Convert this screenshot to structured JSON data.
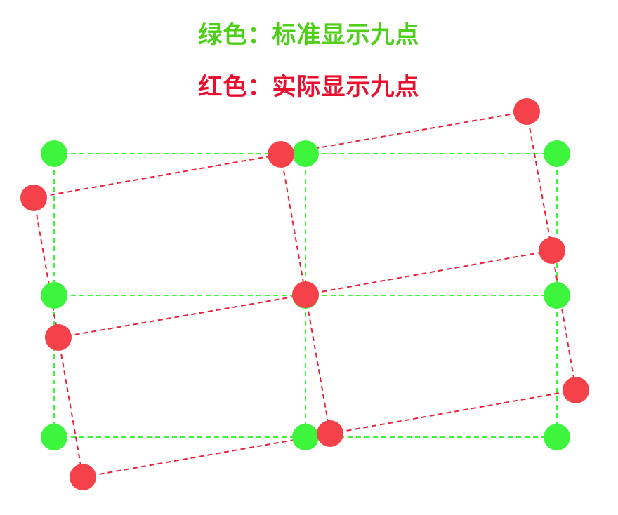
{
  "legend": {
    "standard": "绿色：标准显示九点",
    "actual": "红色：实际显示九点"
  },
  "colors": {
    "standard": "#3ef53e",
    "standard_text": "#4fcf1a",
    "actual": "#f5414a",
    "actual_line": "#e8203a",
    "actual_text": "#e8102e"
  },
  "points": {
    "standard": [
      {
        "row": 0,
        "col": 0
      },
      {
        "row": 0,
        "col": 1
      },
      {
        "row": 0,
        "col": 2
      },
      {
        "row": 1,
        "col": 0
      },
      {
        "row": 1,
        "col": 1
      },
      {
        "row": 1,
        "col": 2
      },
      {
        "row": 2,
        "col": 0
      },
      {
        "row": 2,
        "col": 1
      },
      {
        "row": 2,
        "col": 2
      }
    ],
    "actual": [
      {
        "row": 0,
        "col": 0
      },
      {
        "row": 0,
        "col": 1
      },
      {
        "row": 0,
        "col": 2
      },
      {
        "row": 1,
        "col": 0
      },
      {
        "row": 1,
        "col": 1
      },
      {
        "row": 1,
        "col": 2
      },
      {
        "row": 2,
        "col": 0
      },
      {
        "row": 2,
        "col": 1
      },
      {
        "row": 2,
        "col": 2
      }
    ]
  }
}
